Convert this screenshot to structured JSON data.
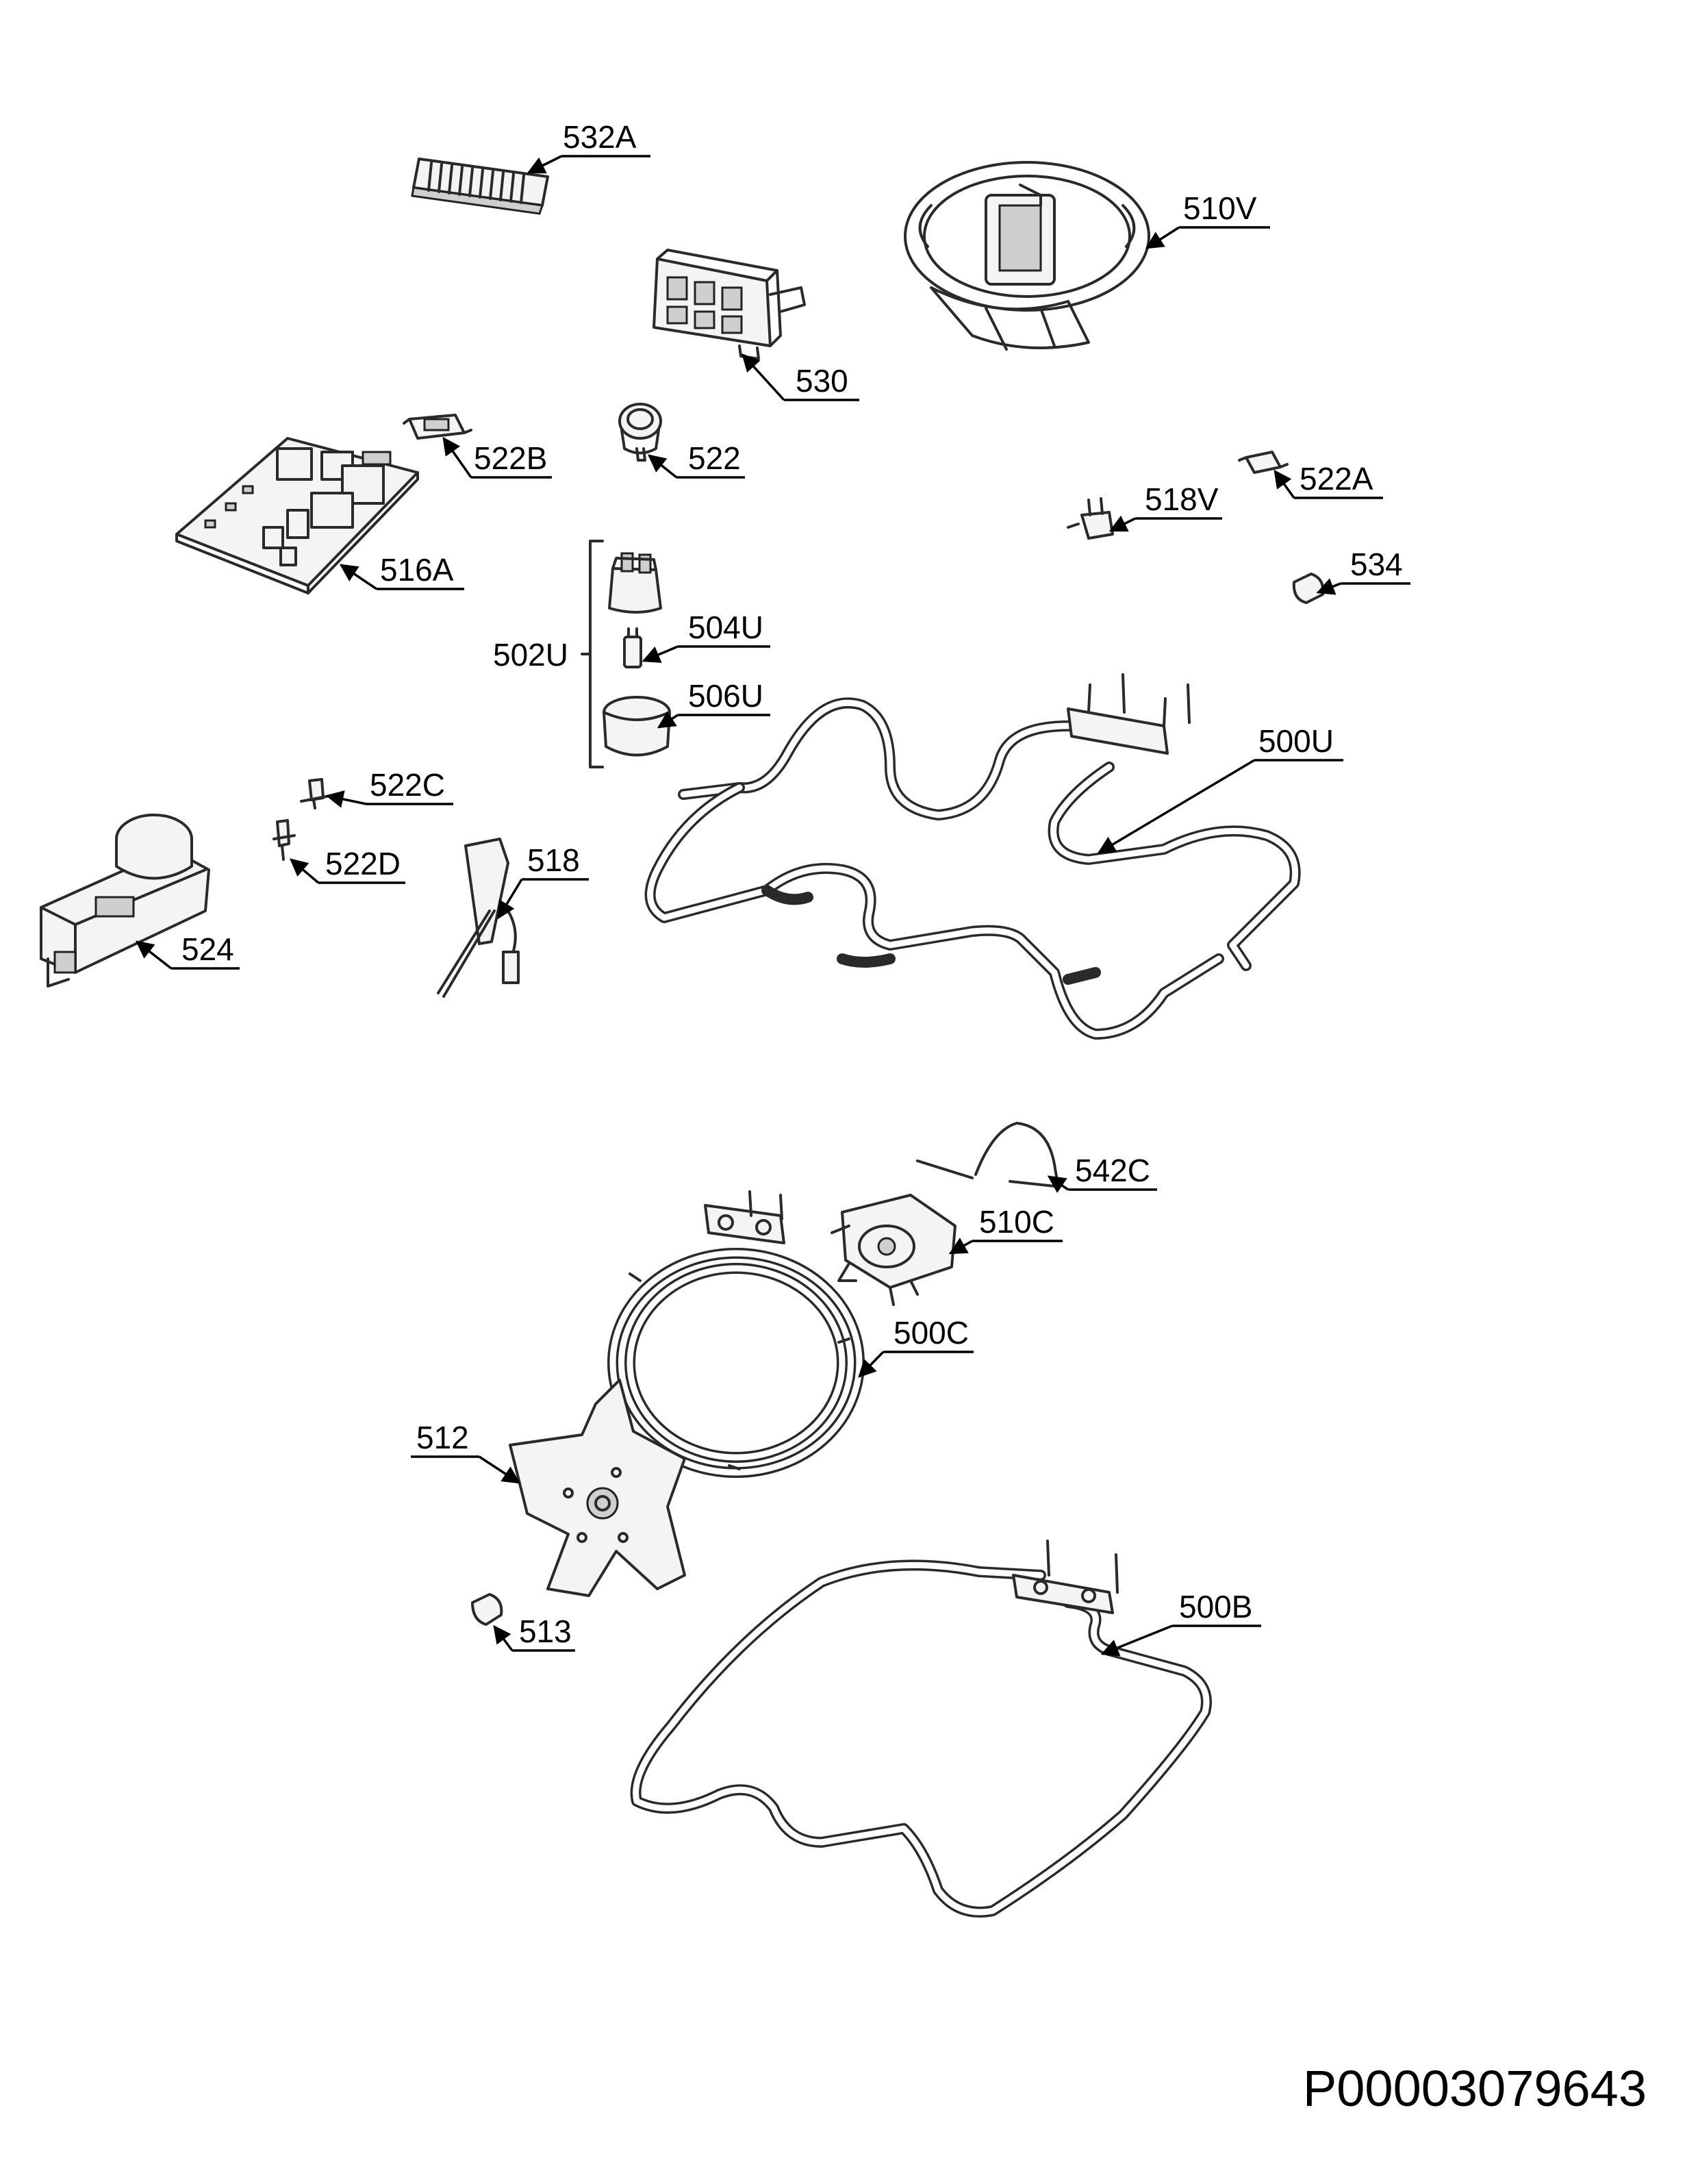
{
  "document_code": "P00003079643",
  "callouts": [
    {
      "id": "532A",
      "label": "532A"
    },
    {
      "id": "510V",
      "label": "510V"
    },
    {
      "id": "530",
      "label": "530"
    },
    {
      "id": "522B",
      "label": "522B"
    },
    {
      "id": "522",
      "label": "522"
    },
    {
      "id": "522A",
      "label": "522A"
    },
    {
      "id": "518V",
      "label": "518V"
    },
    {
      "id": "516A",
      "label": "516A"
    },
    {
      "id": "534",
      "label": "534"
    },
    {
      "id": "502U",
      "label": "502U"
    },
    {
      "id": "504U",
      "label": "504U"
    },
    {
      "id": "506U",
      "label": "506U"
    },
    {
      "id": "500U",
      "label": "500U"
    },
    {
      "id": "522C",
      "label": "522C"
    },
    {
      "id": "522D",
      "label": "522D"
    },
    {
      "id": "518",
      "label": "518"
    },
    {
      "id": "524",
      "label": "524"
    },
    {
      "id": "542C",
      "label": "542C"
    },
    {
      "id": "510C",
      "label": "510C"
    },
    {
      "id": "500C",
      "label": "500C"
    },
    {
      "id": "512",
      "label": "512"
    },
    {
      "id": "513",
      "label": "513"
    },
    {
      "id": "500B",
      "label": "500B"
    }
  ]
}
